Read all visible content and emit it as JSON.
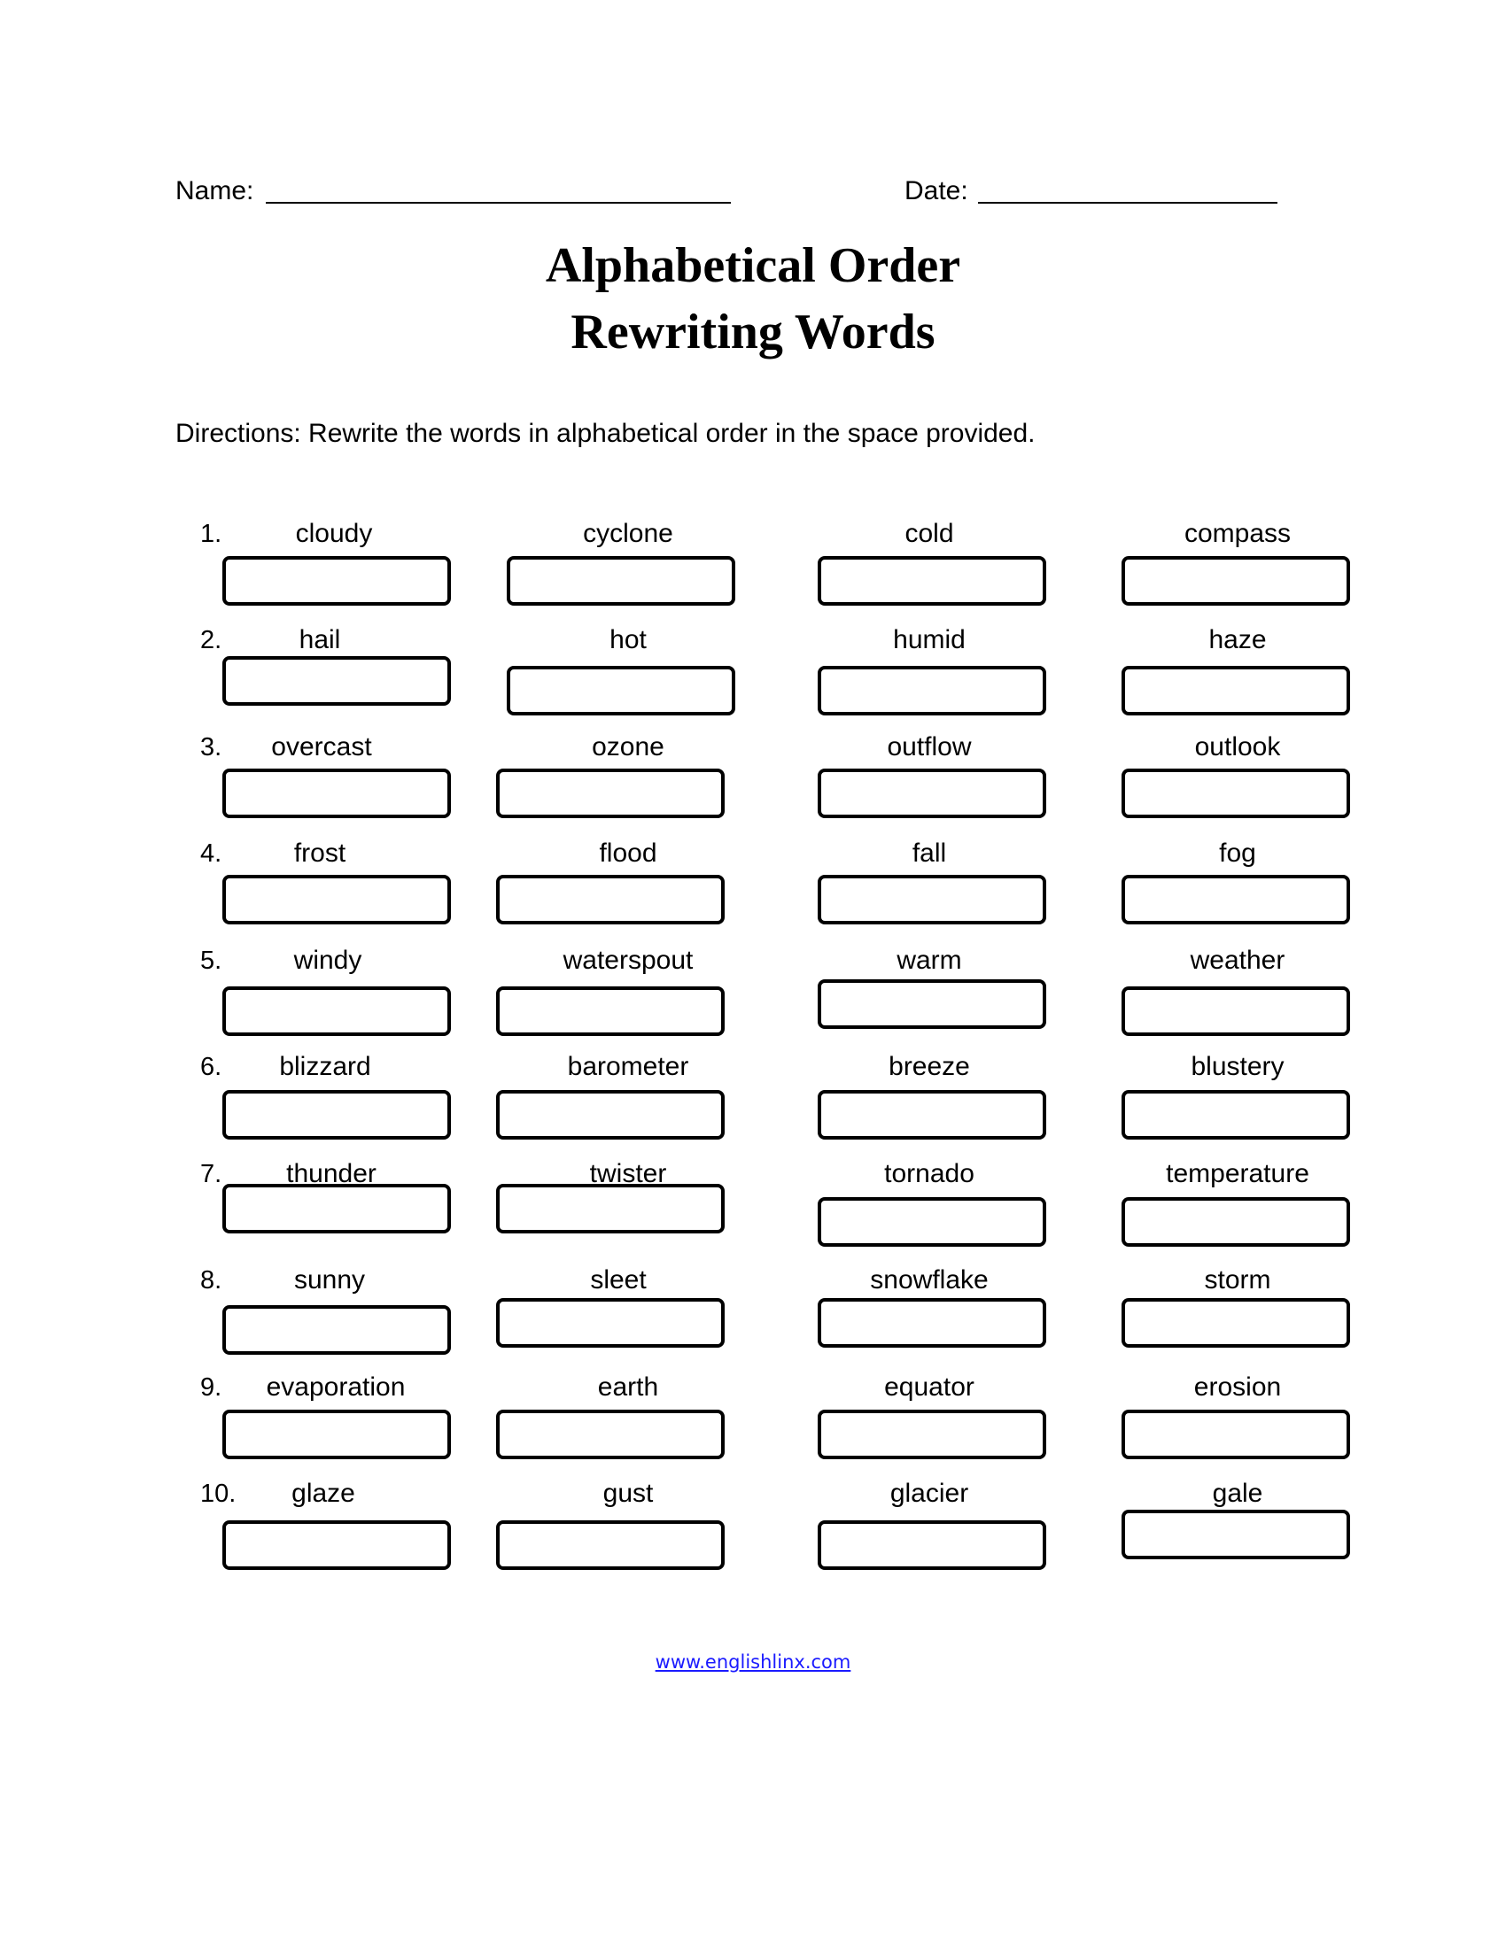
{
  "header": {
    "name_label": "Name:",
    "date_label": "Date:"
  },
  "title": {
    "line1": "Alphabetical Order",
    "line2": "Rewriting Words"
  },
  "directions": "Directions: Rewrite the words in alphabetical order in the space provided.",
  "rows": [
    {
      "number": "1.",
      "words": [
        "cloudy",
        "cyclone",
        "cold",
        "compass"
      ]
    },
    {
      "number": "2.",
      "words": [
        "hail",
        "hot",
        "humid",
        "haze"
      ]
    },
    {
      "number": "3.",
      "words": [
        "overcast",
        "ozone",
        "outflow",
        "outlook"
      ]
    },
    {
      "number": "4.",
      "words": [
        "frost",
        "flood",
        "fall",
        "fog"
      ]
    },
    {
      "number": "5.",
      "words": [
        "windy",
        "waterspout",
        "warm",
        "weather"
      ]
    },
    {
      "number": "6.",
      "words": [
        "blizzard",
        "barometer",
        "breeze",
        "blustery"
      ]
    },
    {
      "number": "7.",
      "words": [
        "thunder",
        "twister",
        "tornado",
        "temperature"
      ]
    },
    {
      "number": "8.",
      "words": [
        "sunny",
        "sleet",
        "snowflake",
        "storm"
      ]
    },
    {
      "number": "9.",
      "words": [
        "evaporation",
        "earth",
        "equator",
        "erosion"
      ]
    },
    {
      "number": "10.",
      "words": [
        "glaze",
        "gust",
        "glacier",
        "gale"
      ]
    }
  ],
  "footer": {
    "link_text": "www.englishlinx.com"
  }
}
